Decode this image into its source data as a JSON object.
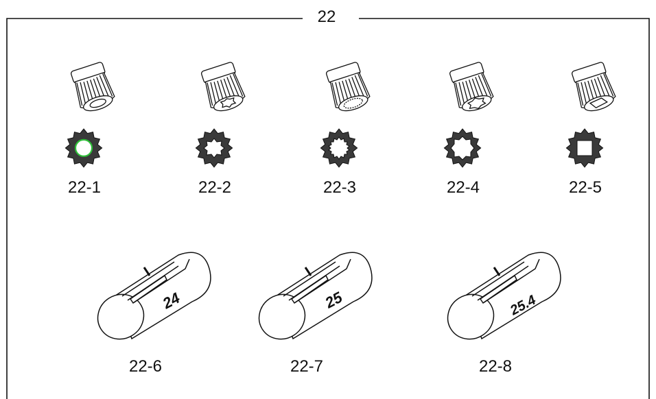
{
  "figure": {
    "title": "22"
  },
  "adapters": [
    {
      "id": "22-1",
      "label": "22-1",
      "bore": "round",
      "highlight": "#2fbf3a"
    },
    {
      "id": "22-2",
      "label": "22-2",
      "bore": "spline"
    },
    {
      "id": "22-3",
      "label": "22-3",
      "bore": "fine-spline"
    },
    {
      "id": "22-4",
      "label": "22-4",
      "bore": "coarse-spline"
    },
    {
      "id": "22-5",
      "label": "22-5",
      "bore": "square"
    }
  ],
  "sleeves": [
    {
      "id": "22-6",
      "label": "22-6",
      "size": "24"
    },
    {
      "id": "22-7",
      "label": "22-7",
      "size": "25"
    },
    {
      "id": "22-8",
      "label": "22-8",
      "size": "25.4"
    }
  ],
  "colors": {
    "ink": "#111111",
    "gear_fill": "#3a3a3a",
    "paper": "#ffffff"
  }
}
